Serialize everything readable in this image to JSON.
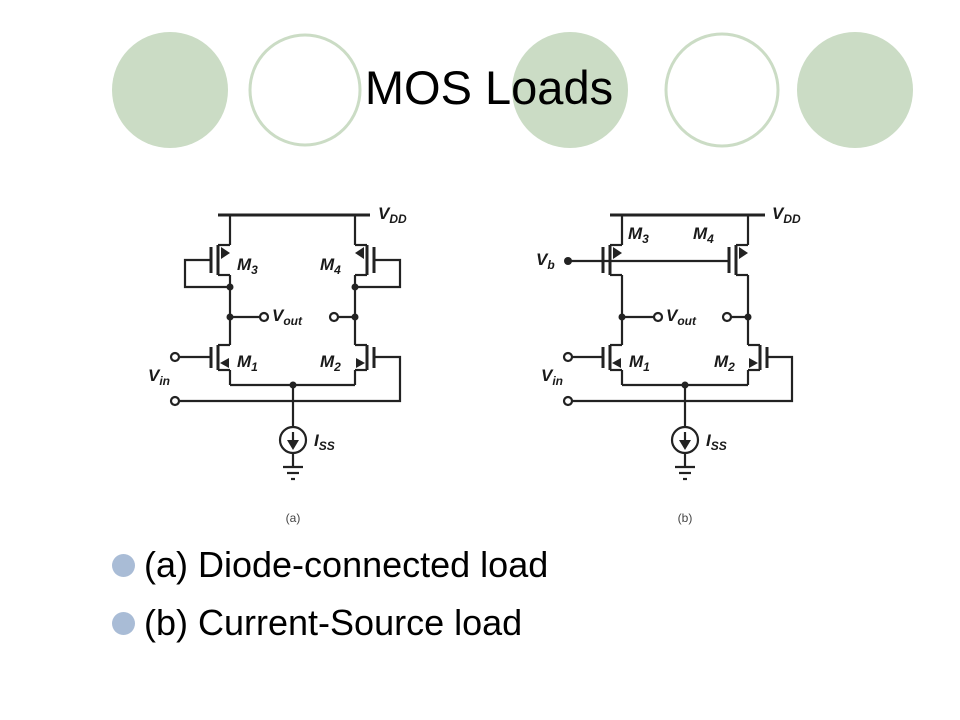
{
  "slide": {
    "title": "MOS Loads",
    "decoration": {
      "filled_color": "#cbdcc5",
      "outline_color": "#cbdcc5"
    },
    "bullet_color": "#a9bcd6",
    "bullets": [
      {
        "text": "(a) Diode-connected load"
      },
      {
        "text": "(b) Current-Source load"
      }
    ]
  },
  "figure": {
    "captions": [
      "(a)",
      "(b)"
    ],
    "labels": {
      "vdd": {
        "main": "V",
        "sub": "DD"
      },
      "vout": {
        "main": "V",
        "sub": "out"
      },
      "vin": {
        "main": "V",
        "sub": "in"
      },
      "iss": {
        "main": "I",
        "sub": "SS"
      },
      "vb": {
        "main": "V",
        "sub": "b"
      },
      "m1": {
        "main": "M",
        "sub": "1"
      },
      "m2": {
        "main": "M",
        "sub": "2"
      },
      "m3": {
        "main": "M",
        "sub": "3"
      },
      "m4": {
        "main": "M",
        "sub": "4"
      }
    }
  }
}
